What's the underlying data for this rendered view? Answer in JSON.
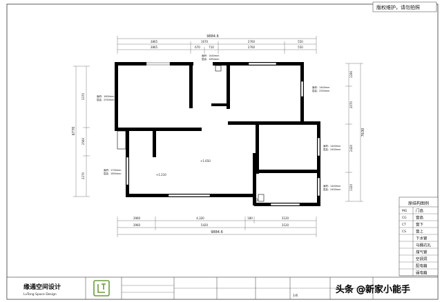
{
  "header_note": "版权维护，请勿拍照",
  "dims": {
    "top_total": "9884.6",
    "top_row1": [
      "3865",
      "1670",
      "2760",
      "550"
    ],
    "top_row2": [
      "3865",
      "670",
      "710",
      "2760",
      "550"
    ],
    "bottom_total": "9884.6",
    "bottom_row1": [
      "3960",
      "4,320",
      "180",
      "3120"
    ],
    "bottom_row2": [
      "3960",
      "5420",
      "3120"
    ],
    "left_total": "6770",
    "left_segs": [
      "3370",
      "2560",
      "2270"
    ],
    "right_total": "7630",
    "right_segs": [
      "1290",
      "2070",
      "2420",
      "1320"
    ]
  },
  "room_labels": {
    "left_room": [
      "面积：1600mm",
      "层高：2550mm"
    ],
    "top_center": [
      "面积：1440mm",
      "层高：1650mm"
    ],
    "right_room": [
      "面积：1440mm",
      "层高：2550mm"
    ],
    "right_mid": [
      "面积：1440mm",
      "层高：2450mm"
    ],
    "right_low": [
      "面积：1440mm",
      "层高：2450mm"
    ],
    "left_low": [
      "面积：1700mm",
      "层高：1850mm"
    ],
    "center_mark": "+1.650",
    "center_small": "+1.210"
  },
  "legend": {
    "title": "原结构图例",
    "items": [
      {
        "code": "MG",
        "label": "门高"
      },
      {
        "code": "CG",
        "label": "窗高"
      },
      {
        "code": "CT",
        "label": "窗下"
      },
      {
        "code": "CS",
        "label": "窗上"
      },
      {
        "code": "",
        "label": "下水管"
      },
      {
        "code": "",
        "label": "马桶坑孔"
      },
      {
        "code": "",
        "label": "煤气管"
      },
      {
        "code": "",
        "label": "空调洞"
      },
      {
        "code": "",
        "label": "配电箱"
      },
      {
        "code": "",
        "label": "弱电箱"
      }
    ]
  },
  "title_block": {
    "company_cn": "缘通空间设计",
    "company_en": "LvTong Space Design",
    "watermark": "头条 @新家小能手",
    "page_no": "1/6"
  }
}
